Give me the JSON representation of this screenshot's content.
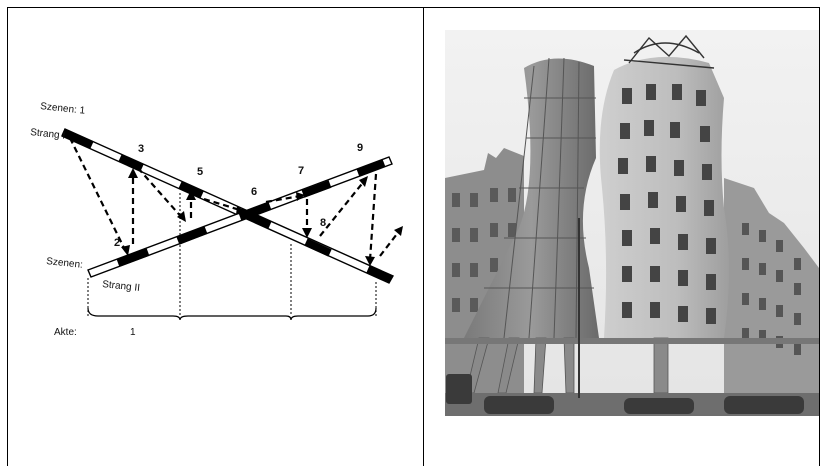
{
  "diagram": {
    "szenen_top_label": "Szenen: 1",
    "strang_one_label": "Strang I",
    "szenen_bottom_label": "Szenen:",
    "strang_two_label": "Strang II",
    "akte_label": "Akte:",
    "akte_number": "1",
    "scene_numbers": [
      "2",
      "3",
      "5",
      "6",
      "7",
      "8",
      "9"
    ]
  },
  "photo": {
    "subject": "Dancing House, Prague"
  },
  "colors": {
    "ink": "#111111",
    "border": "#000000"
  }
}
